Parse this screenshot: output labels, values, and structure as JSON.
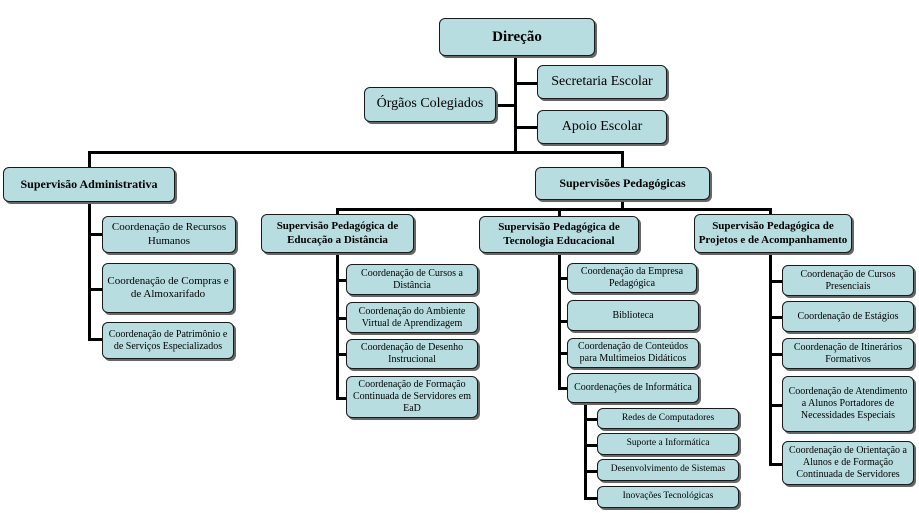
{
  "org": {
    "direcao": "Direção",
    "secretaria": "Secretaria Escolar",
    "orgaos": "Órgãos Colegiados",
    "apoio": "Apoio Escolar",
    "sup_admin": {
      "title": "Supervisão Administrativa",
      "items": [
        "Coordenação de Recursos Humanos",
        "Coordenação de Compras e de Almoxarifado",
        "Coordenação de Patrimônio e de Serviços Especializados"
      ]
    },
    "sup_ped": {
      "title": "Supervisões Pedagógicas",
      "ead": {
        "title": "Supervisão Pedagógica de Educação a Distância",
        "items": [
          "Coordenação de Cursos a Distância",
          "Coordenação do Ambiente Virtual de Aprendizagem",
          "Coordenação de Desenho Instrucional",
          "Coordenação de Formação Continuada de Servidores em EaD"
        ]
      },
      "tec": {
        "title": "Supervisão Pedagógica de Tecnologia Educacional",
        "items": [
          "Coordenação da Empresa Pedagógica",
          "Biblioteca",
          "Coordenação de Conteúdos para Multimeios Didáticos",
          "Coordenações de Informática"
        ],
        "informatica": [
          "Redes de Computadores",
          "Suporte a Informática",
          "Desenvolvimento de Sistemas",
          "Inovações Tecnológicas"
        ]
      },
      "proj": {
        "title": "Supervisão Pedagógica de Projetos e de Acompanhamento",
        "items": [
          "Coordenação de Cursos Presenciais",
          "Coordenação de Estágios",
          "Coordenação de Itinerários Formativos",
          "Coordenação de Atendimento a Alunos Portadores de Necessidades Especiais",
          "Coordenação de Orientação a Alunos e de Formação Continuada de Servidores"
        ]
      }
    }
  }
}
